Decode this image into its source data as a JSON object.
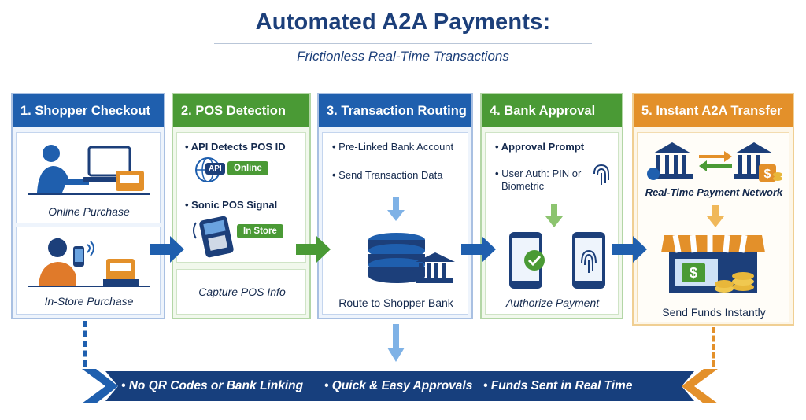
{
  "title": "Automated A2A Payments:",
  "subtitle": "Frictionless Real-Time Transactions",
  "colors": {
    "blue": "#1f5fae",
    "green": "#4a9a35",
    "orange": "#e3902a",
    "navy": "#1c3f7a"
  },
  "steps": [
    {
      "heading": "1. Shopper Checkout",
      "online": "Online Purchase",
      "instore": "In-Store Purchase"
    },
    {
      "heading": "2. POS Detection",
      "item1": "API Detects POS ID",
      "badge1_icon": "API",
      "badge1": "Online",
      "item2": "Sonic POS Signal",
      "badge2": "In Store",
      "caption": "Capture POS Info"
    },
    {
      "heading": "3. Transaction Routing",
      "item1": "Pre-Linked Bank Account",
      "item2": "Send Transaction Data",
      "caption": "Route to Shopper Bank"
    },
    {
      "heading": "4. Bank Approval",
      "item1": "Approval Prompt",
      "item2_line1": "User Auth: PIN or",
      "item2_line2": "Biometric",
      "caption": "Authorize Payment"
    },
    {
      "heading": "5. Instant A2A Transfer",
      "network": "Real-Time Payment Network",
      "caption": "Send Funds Instantly"
    }
  ],
  "banner": {
    "items": [
      "No QR Codes or Bank Linking",
      "Quick & Easy Approvals",
      "Funds Sent in Real Time"
    ]
  }
}
